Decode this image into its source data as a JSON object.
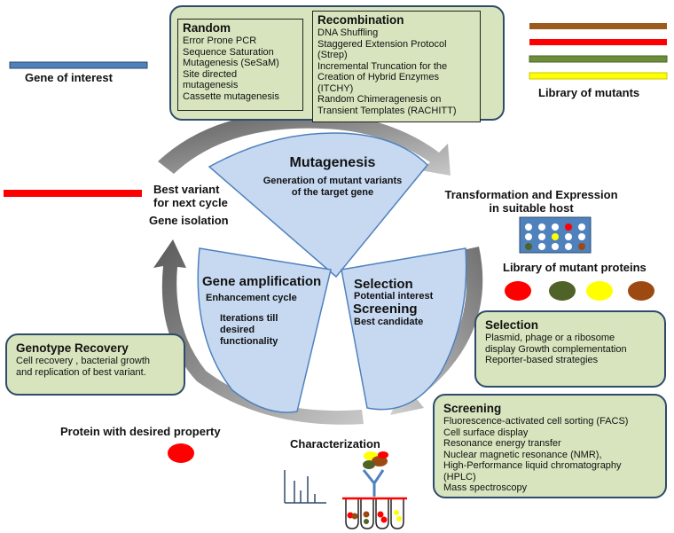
{
  "methods": {
    "random": {
      "title": "Random",
      "lines": [
        "Error Prone PCR",
        "Sequence Saturation",
        "Mutagenesis (SeSaM)",
        "Site directed",
        "mutagenesis",
        "Cassette mutagenesis"
      ]
    },
    "recombination": {
      "title": "Recombination",
      "lines": [
        "DNA Shuffling",
        "Staggered Extension Protocol",
        "(Strep)",
        "Incremental Truncation for the",
        "Creation of Hybrid Enzymes",
        "(ITCHY)",
        "Random Chimeragenesis on",
        "Transient Templates (RACHITT)"
      ]
    }
  },
  "labels": {
    "gene_of_interest": "Gene of interest",
    "library_of_mutants": "Library of mutants",
    "best_variant": [
      "Best variant",
      "for next cycle"
    ],
    "gene_isolation": "Gene isolation",
    "transformation": [
      "Transformation and Expression",
      "in suitable host"
    ],
    "library_proteins": "Library of mutant proteins",
    "protein_desired": "Protein with desired property",
    "characterization": "Characterization"
  },
  "cycle": {
    "mutagenesis": {
      "title": "Mutagenesis",
      "subtitle": [
        "Generation of mutant variants",
        "of the target gene"
      ]
    },
    "amplification": {
      "title": "Gene amplification",
      "line1": "Enhancement cycle",
      "line2": [
        "Iterations till",
        "desired",
        "functionality"
      ]
    },
    "selection": {
      "title": "Selection",
      "line1": "Potential interest",
      "title2": "Screening",
      "line2": "Best candidate"
    }
  },
  "boxes": {
    "genotype": {
      "title": "Genotype Recovery",
      "lines": [
        "Cell recovery , bacterial growth",
        "and replication of best variant."
      ]
    },
    "selection": {
      "title": "Selection",
      "lines": [
        "Plasmid, phage or a ribosome",
        "display Growth complementation",
        "Reporter-based strategies"
      ]
    },
    "screening": {
      "title": "Screening",
      "lines": [
        "Fluorescence-activated cell sorting (FACS)",
        "Cell surface display",
        "Resonance energy transfer",
        "Nuclear magnetic resonance (NMR),",
        "High-Performance liquid chromatography",
        "(HPLC)",
        "Mass spectroscopy"
      ]
    }
  },
  "colors": {
    "gene_bar": "#4f81bd",
    "mutant_bars": [
      "#9c5a1c",
      "#ff0000",
      "#6b8e3a",
      "#ffff00"
    ],
    "protein_dots": [
      "#ff0000",
      "#4f6228",
      "#ffff00",
      "#9c4a12"
    ],
    "sector_fill": "#c6d9f1",
    "box_fill": "#d7e4bd"
  }
}
